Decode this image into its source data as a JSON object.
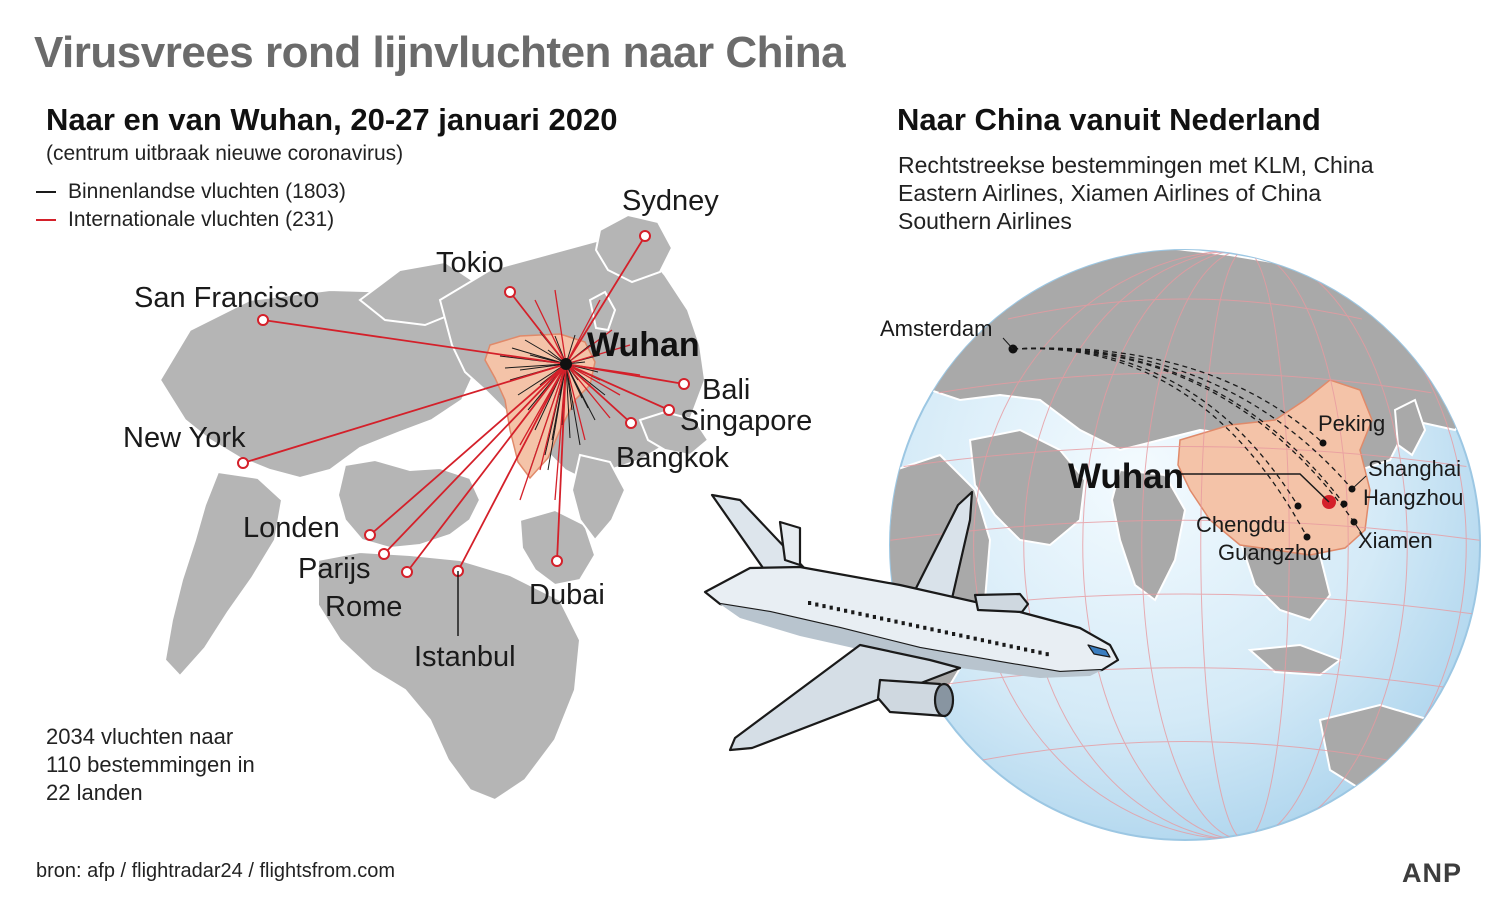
{
  "title": "Virusvrees rond lijnvluchten naar China",
  "left": {
    "subtitle": "Naar en van Wuhan, 20-27 januari 2020",
    "note": "(centrum uitbraak nieuwe coronavirus)",
    "legend": [
      {
        "label": "Binnenlandse vluchten (1803)",
        "color": "#1a1a1a"
      },
      {
        "label": "Internationale vluchten (231)",
        "color": "#d4202a"
      }
    ],
    "hub": "Wuhan",
    "destinations": [
      "Sydney",
      "Tokio",
      "San Francisco",
      "Bali",
      "Singapore",
      "Bangkok",
      "New York",
      "Londen",
      "Parijs",
      "Rome",
      "Istanbul",
      "Dubai"
    ],
    "footnote": [
      "2034 vluchten naar",
      "110 bestemmingen in",
      "22 landen"
    ]
  },
  "right": {
    "subtitle": "Naar China vanuit Nederland",
    "description": [
      "Rechtstreekse bestemmingen met KLM, China",
      "Eastern Airlines, Xiamen Airlines of China",
      "Southern Airlines"
    ],
    "origin": "Amsterdam",
    "hub": "Wuhan",
    "destinations": [
      "Peking",
      "Shanghai",
      "Hangzhou",
      "Chengdu",
      "Xiamen",
      "Guangzhou"
    ]
  },
  "source": "bron:  afp / flightradar24 / flightsfrom.com",
  "brand": "ANP",
  "colors": {
    "title_gray": "#6b6b6b",
    "land": "#b5b5b5",
    "china_fill": "#f4c3a8",
    "international_route": "#d4202a",
    "ocean_globe": "#cfe6f5",
    "graticule": "#e89aa0"
  }
}
